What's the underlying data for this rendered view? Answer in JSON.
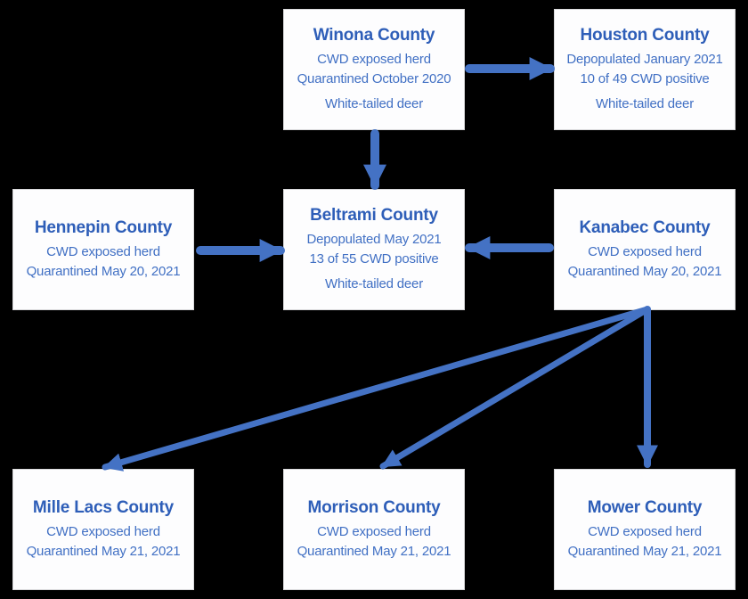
{
  "diagram": {
    "description": "CWD herd trace flowchart",
    "background_color": "#000000",
    "box_fill_color": "#FDFDFE",
    "box_border_color": "#D8D8DA",
    "arrow_color": "#4472C4",
    "title_text_color": "#2E5EB8",
    "body_text_color": "#4170C4",
    "nodes": [
      {
        "id": "winona",
        "title": "Winona County",
        "lines": [
          "CWD exposed herd",
          "Quarantined October 2020"
        ],
        "footer": "White-tailed deer"
      },
      {
        "id": "houston",
        "title": "Houston County",
        "lines": [
          "Depopulated January 2021",
          "10 of 49 CWD positive"
        ],
        "footer": "White-tailed deer"
      },
      {
        "id": "hennepin",
        "title": "Hennepin County",
        "lines": [
          "CWD exposed herd",
          "Quarantined May 20, 2021"
        ],
        "footer": ""
      },
      {
        "id": "beltrami",
        "title": "Beltrami County",
        "lines": [
          "Depopulated May 2021",
          "13 of 55 CWD positive"
        ],
        "footer": "White-tailed deer"
      },
      {
        "id": "kanabec",
        "title": "Kanabec County",
        "lines": [
          "CWD exposed herd",
          "Quarantined May 20, 2021"
        ],
        "footer": ""
      },
      {
        "id": "mille-lacs",
        "title": "Mille Lacs County",
        "lines": [
          "CWD exposed herd",
          "Quarantined May 21, 2021"
        ],
        "footer": ""
      },
      {
        "id": "morrison",
        "title": "Morrison County",
        "lines": [
          "CWD exposed herd",
          "Quarantined May 21, 2021"
        ],
        "footer": ""
      },
      {
        "id": "mower",
        "title": "Mower County",
        "lines": [
          "CWD exposed herd",
          "Quarantined May 21, 2021"
        ],
        "footer": ""
      }
    ],
    "edges": [
      {
        "from": "Winona County",
        "to": "Houston County"
      },
      {
        "from": "Winona County",
        "to": "Beltrami County"
      },
      {
        "from": "Hennepin County",
        "to": "Beltrami County"
      },
      {
        "from": "Kanabec County",
        "to": "Beltrami County"
      },
      {
        "from": "Kanabec County",
        "to": "Mille Lacs County"
      },
      {
        "from": "Kanabec County",
        "to": "Morrison County"
      },
      {
        "from": "Kanabec County",
        "to": "Mower County"
      }
    ]
  }
}
